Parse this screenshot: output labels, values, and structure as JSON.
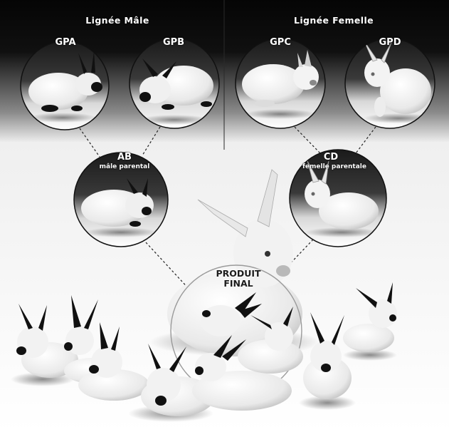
{
  "header": {
    "male_line": "Lignée Mâle",
    "female_line": "Lignée Femelle"
  },
  "grandparents": [
    {
      "code": "GPA",
      "line": "male"
    },
    {
      "code": "GPB",
      "line": "male"
    },
    {
      "code": "GPC",
      "line": "female"
    },
    {
      "code": "GPD",
      "line": "female"
    }
  ],
  "parents": [
    {
      "code": "AB",
      "subtitle": "mâle parental"
    },
    {
      "code": "CD",
      "subtitle": "femelle parentale"
    }
  ],
  "final_product": {
    "line1": "PRODUIT",
    "line2": "FINAL"
  },
  "colors": {
    "background_top": "#0a0a0a",
    "background_bottom": "#ffffff",
    "rabbit_fur": "#f2f2f2",
    "rabbit_points": "#111111",
    "label_text": "#ffffff"
  },
  "icons": {
    "rabbit": "rabbit-photo-icon",
    "connector": "dashed-connector"
  }
}
